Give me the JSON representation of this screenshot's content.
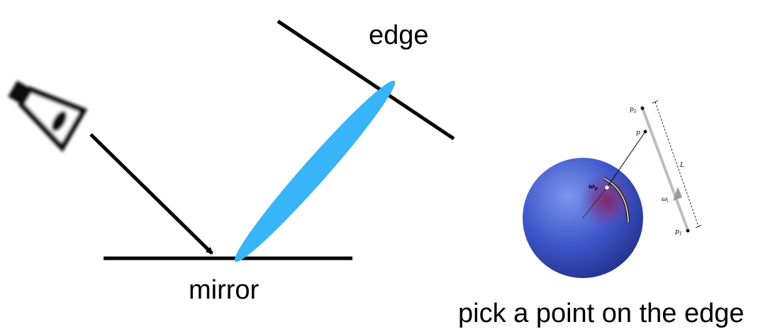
{
  "left_diagram": {
    "edge_label": "edge",
    "mirror_label": "mirror",
    "lobe_color": "#38b4f8",
    "icons": [
      "camera-icon"
    ]
  },
  "right_diagram": {
    "caption": "pick a point on the edge",
    "labels": {
      "p2_main": "p",
      "p2_sub": "2",
      "p_main": "p",
      "p1_main": "p",
      "p1_sub": "1",
      "length": "L",
      "omega_l_main": "ω",
      "omega_l_sub": "l",
      "omega_p_main": "ω",
      "omega_p_sub": "p"
    },
    "sphere_color": "#3d55c8",
    "highlight_color": "#7a2a6a"
  }
}
